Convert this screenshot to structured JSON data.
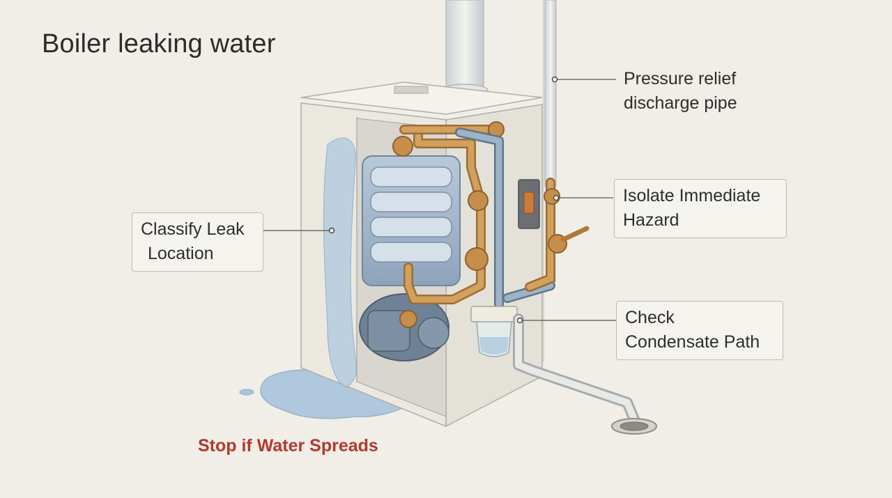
{
  "title": "Boiler leaking water",
  "labels": {
    "relief_pipe": {
      "line1": "Pressure relief",
      "line2": "discharge pipe"
    },
    "isolate": {
      "line1": "Isolate Immediate",
      "line2": "Hazard"
    },
    "classify": {
      "line1": "Classify Leak",
      "line2": "Location"
    },
    "condensate": {
      "line1": "Check",
      "line2": "Condensate Path"
    }
  },
  "warning": "Stop if Water Spreads",
  "colors": {
    "background": "#f0eee7",
    "copper": "#c8944f",
    "steel_pipe": "#9db3c6",
    "water": "#a9c4dc",
    "warning": "#b23a2e"
  }
}
